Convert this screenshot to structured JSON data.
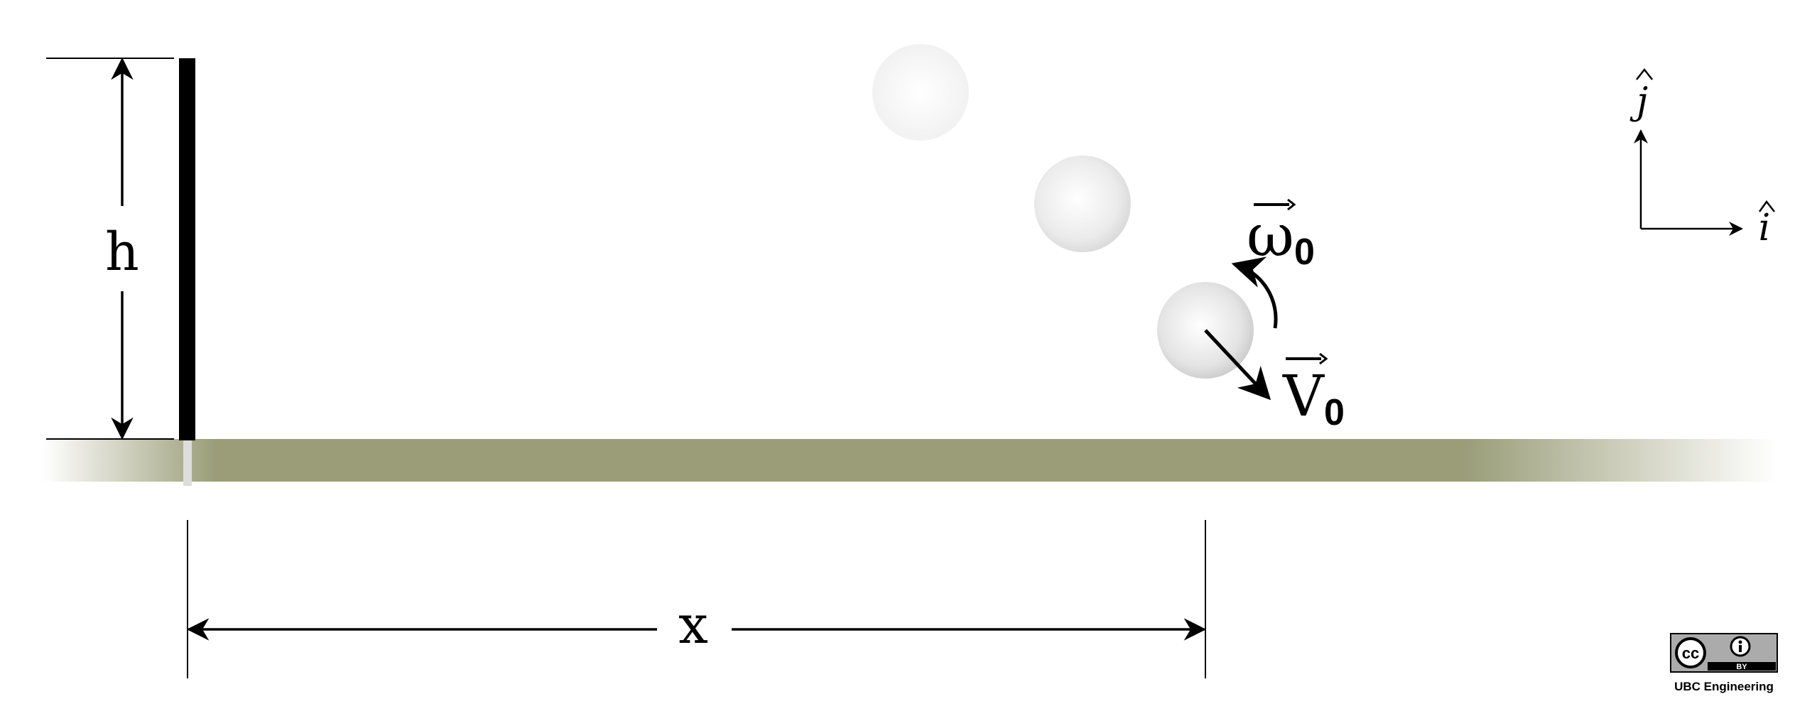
{
  "labels": {
    "height": "h",
    "distance": "x",
    "omega_symbol": "ω",
    "omega_sub": "0",
    "velocity_symbol": "V",
    "velocity_sub": "0",
    "axis_j": "j",
    "axis_i": "i"
  },
  "license": {
    "cc_text": "cc",
    "by_text": "BY",
    "credit": "UBC Engineering"
  },
  "colors": {
    "ground": "#9a9d78",
    "wall": "#000000",
    "ball_fill": "#e0e0e0",
    "ball_edge": "#c4c4c4",
    "ink": "#000000"
  }
}
